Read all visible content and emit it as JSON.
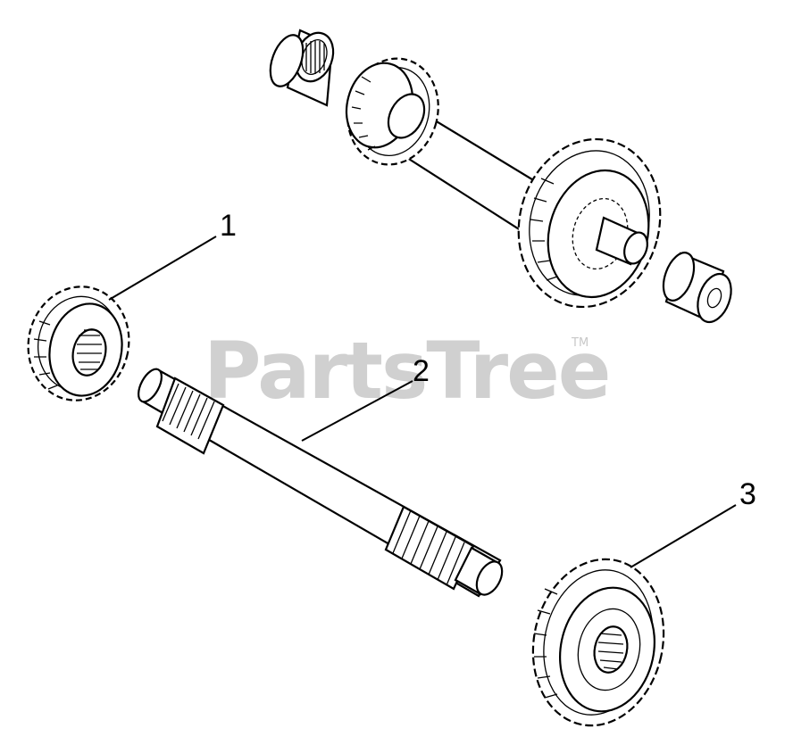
{
  "callouts": [
    {
      "id": "1",
      "label": "1"
    },
    {
      "id": "2",
      "label": "2"
    },
    {
      "id": "3",
      "label": "3"
    }
  ],
  "watermark": {
    "text": "PartsTree",
    "trademark": "TM"
  }
}
